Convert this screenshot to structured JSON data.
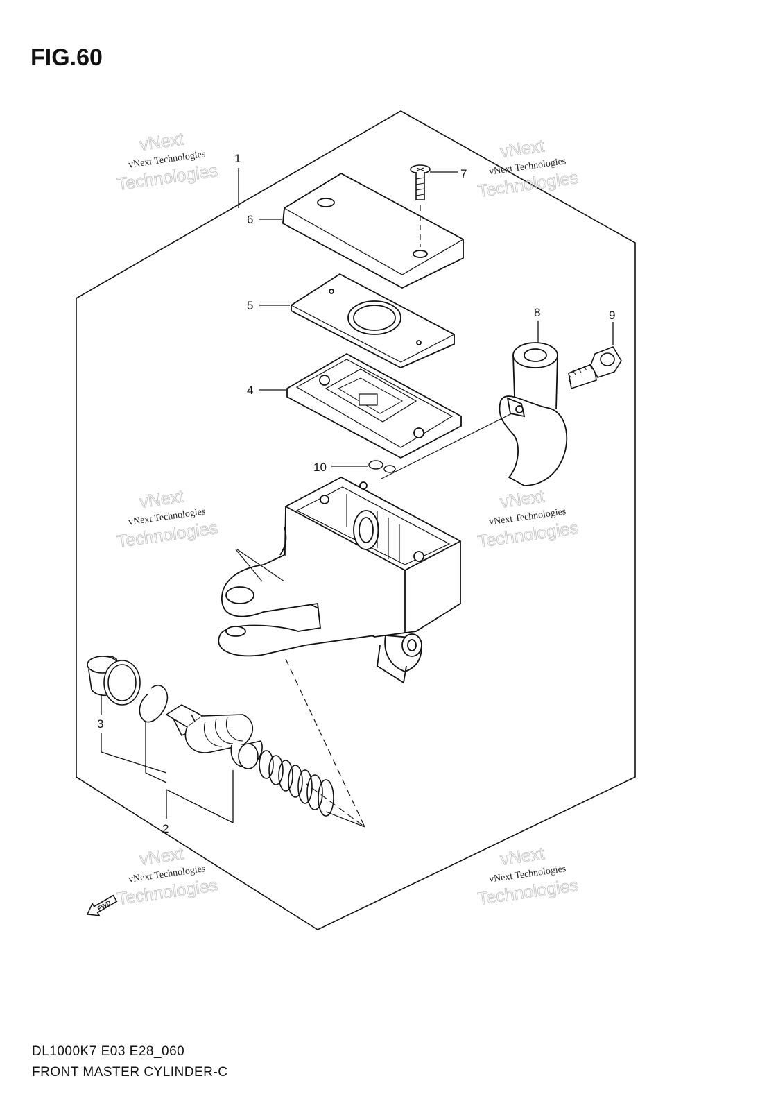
{
  "figure": {
    "label": "FIG.60",
    "code": "DL1000K7 E03 E28_060",
    "name": "FRONT MASTER CYLINDER-C"
  },
  "callouts": [
    "1",
    "2",
    "3",
    "4",
    "5",
    "6",
    "7",
    "8",
    "9",
    "10"
  ],
  "watermark": {
    "brand_small": "vNext Technologies",
    "word1": "vNext",
    "word2": "Technologies"
  },
  "fwd_label": "FWD",
  "colors": {
    "line": "#111111",
    "watermark": "#c8c8c8"
  }
}
